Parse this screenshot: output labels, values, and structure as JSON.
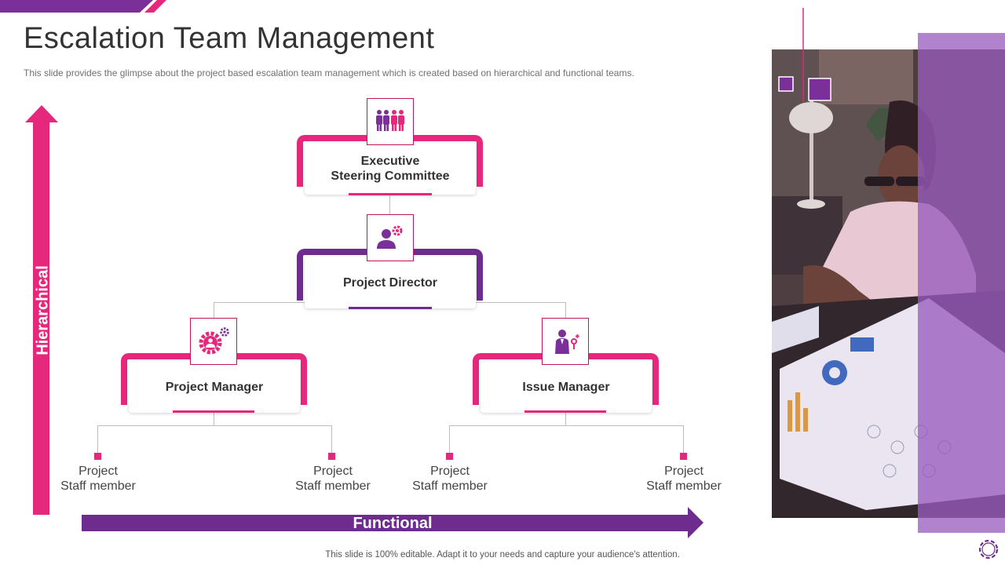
{
  "slide": {
    "title": "Escalation Team Management",
    "subtitle": "This slide provides  the glimpse about the project based escalation team management  which is created based on hierarchical  and functional teams.",
    "footer": "This slide is 100% editable. Adapt it to your needs and capture your audience's attention."
  },
  "axes": {
    "vertical_label": "Hierarchical",
    "horizontal_label": "Functional"
  },
  "org": {
    "executive": {
      "line1": "Executive",
      "line2": "Steering Committee",
      "icon": "team-icon"
    },
    "director": {
      "label": "Project Director",
      "icon": "user-gear-icon"
    },
    "manager": {
      "label": "Project Manager",
      "icon": "gear-people-icon"
    },
    "issue": {
      "label": "Issue Manager",
      "icon": "person-alert-icon"
    },
    "staff": [
      {
        "line1": "Project",
        "line2": "Staff member"
      },
      {
        "line1": "Project",
        "line2": "Staff member"
      },
      {
        "line1": "Project",
        "line2": "Staff member"
      },
      {
        "line1": "Project",
        "line2": "Staff member"
      }
    ]
  },
  "colors": {
    "pink": "#e6287c",
    "purple": "#6e2c8e",
    "light_purple": "#9b5fc0"
  }
}
